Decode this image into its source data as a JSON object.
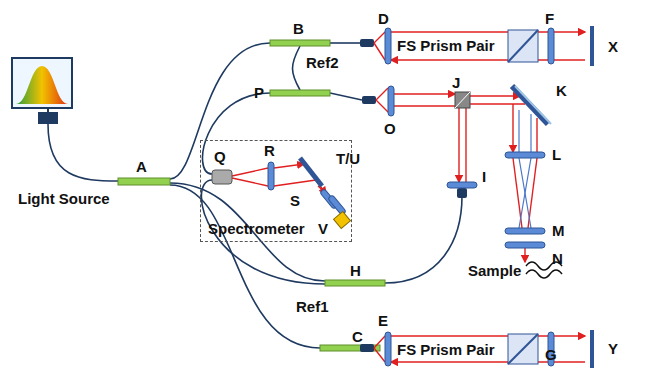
{
  "diagram": {
    "nodes": [
      {
        "text": [
          "Spectrometer"
        ]
      }
    ],
    "labels": [
      "Light Source",
      "A",
      "B",
      "Ref2",
      "D",
      "FS Prism Pair",
      "F",
      "X",
      "P",
      "O",
      "J",
      "K",
      "Q",
      "R",
      "S",
      "T/U",
      "V",
      "L",
      "I",
      "M",
      "N",
      "Sample",
      "H",
      "Ref1",
      "C",
      "E",
      "FS Prism Pair",
      "G",
      "Y"
    ]
  }
}
